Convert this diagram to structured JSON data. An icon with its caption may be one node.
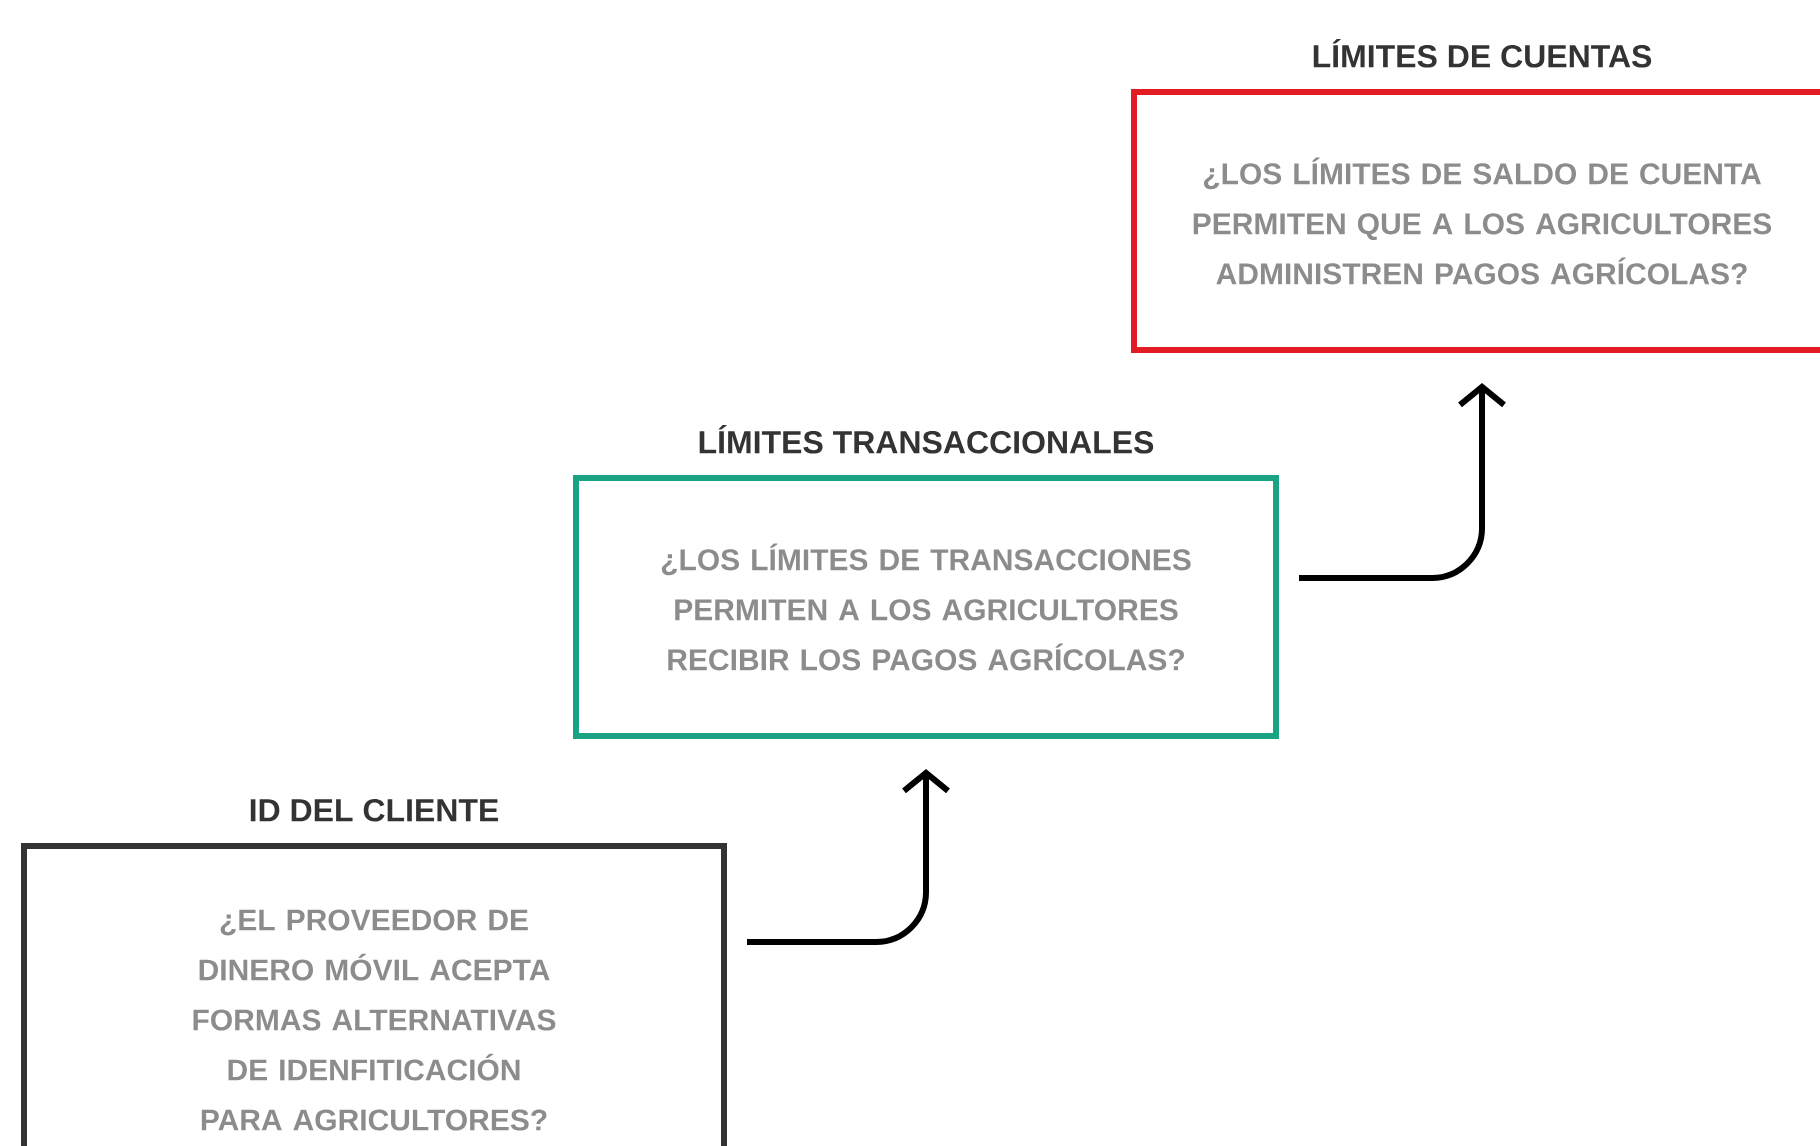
{
  "diagram": {
    "nodes": [
      {
        "text": [
          "ID DEL CLIENTE",
          "¿EL PROVEEDOR DE DINERO MÓVIL ACEPTA FORMAS ALTERNATIVAS DE IDENFITICACIÓN PARA AGRICULTORES?"
        ]
      },
      {
        "text": [
          "LÍMITES TRANSACCIONALES",
          "¿LOS LÍMITES DE TRANSACCIONES PERMITEN A LOS AGRICULTORES RECIBIR LOS PAGOS AGRÍCOLAS?"
        ]
      },
      {
        "text": [
          "LÍMITES DE CUENTAS",
          "¿LOS LÍMITES DE SALDO DE CUENTA PERMITEN QUE A LOS AGRICULTORES ADMINISTREN PAGOS AGRÍCOLAS?"
        ]
      }
    ],
    "edges": [
      {
        "from": 0,
        "to": 1,
        "arrow": "to"
      },
      {
        "from": 1,
        "to": 2,
        "arrow": "to"
      }
    ]
  }
}
